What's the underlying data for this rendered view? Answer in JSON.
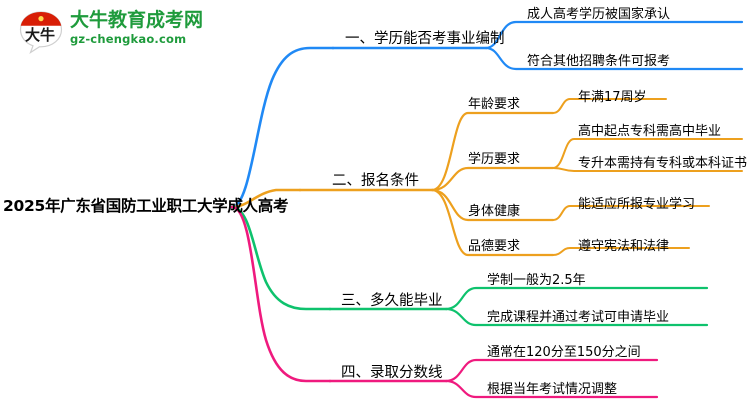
{
  "logo": {
    "mark_text": "大牛",
    "mark_icon": "speech-bubble-logo-icon",
    "brand_cn": "大牛教育成考网",
    "brand_url": "gz-chengkao.com",
    "brand_color": "#1f9b3c",
    "mark_band_color": "#d81e06"
  },
  "mindmap": {
    "root": {
      "label": "2025年广东省国防工业职工大学成人高考"
    },
    "branches": [
      {
        "label": "一、学历能否考事业编制",
        "color": "#2089f5",
        "children": [
          {
            "label": "成人高考学历被国家承认",
            "children": []
          },
          {
            "label": "符合其他招聘条件可报考",
            "children": []
          }
        ]
      },
      {
        "label": "二、报名条件",
        "color": "#eda01e",
        "children": [
          {
            "label": "年龄要求",
            "children": [
              {
                "label": "年满17周岁"
              }
            ]
          },
          {
            "label": "学历要求",
            "children": [
              {
                "label": "高中起点专科需高中毕业"
              },
              {
                "label": "专升本需持有专科或本科证书"
              }
            ]
          },
          {
            "label": "身体健康",
            "children": [
              {
                "label": "能适应所报专业学习"
              }
            ]
          },
          {
            "label": "品德要求",
            "children": [
              {
                "label": "遵守宪法和法律"
              }
            ]
          }
        ]
      },
      {
        "label": "三、多久能毕业",
        "color": "#0ec26d",
        "children": [
          {
            "label": "学制一般为2.5年",
            "children": []
          },
          {
            "label": "完成课程并通过考试可申请毕业",
            "children": []
          }
        ]
      },
      {
        "label": "四、录取分数线",
        "color": "#ef1a7e",
        "children": [
          {
            "label": "通常在120分至150分之间",
            "children": []
          },
          {
            "label": "根据当年考试情况调整",
            "children": []
          }
        ]
      }
    ]
  }
}
